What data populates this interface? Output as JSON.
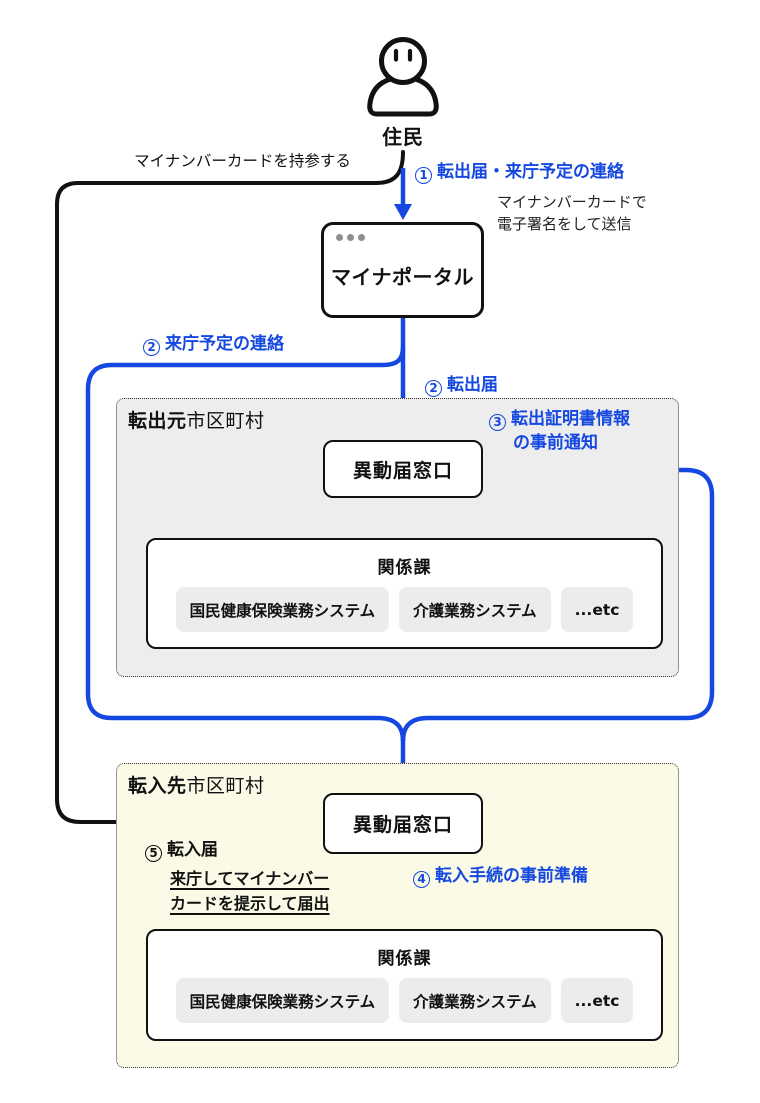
{
  "diagram": {
    "actor": {
      "label": "住民"
    },
    "portal": {
      "label": "マイナポータル"
    },
    "annotations": {
      "bring_card": "マイナンバーカードを持参する",
      "esign_note_line1": "マイナンバーカードで",
      "esign_note_line2": "電子署名をして送信",
      "visit_note_line1": "来庁してマイナンバー",
      "visit_note_line2": "カードを提示して届出"
    },
    "steps": {
      "step1": {
        "num": "1",
        "label": "転出届・来庁予定の連絡"
      },
      "step2a": {
        "num": "2",
        "label": "来庁予定の連絡"
      },
      "step2b": {
        "num": "2",
        "label": "転出届"
      },
      "step3": {
        "num": "3",
        "label_line1": "転出証明書情報",
        "label_line2": "の事前通知"
      },
      "step4": {
        "num": "4",
        "label": "転入手続の事前準備"
      },
      "step5": {
        "num": "5",
        "label": "転入届"
      }
    },
    "source_municipality": {
      "title_bold": "転出元",
      "title_rest": "市区町村",
      "window_label": "異動届窓口",
      "related": {
        "title": "関係課",
        "systems": [
          "国民健康保険業務システム",
          "介護業務システム",
          "...etc"
        ]
      }
    },
    "destination_municipality": {
      "title_bold": "転入先",
      "title_rest": "市区町村",
      "window_label": "異動届窓口",
      "related": {
        "title": "関係課",
        "systems": [
          "国民健康保険業務システム",
          "介護業務システム",
          "...etc"
        ]
      }
    },
    "colors": {
      "accent_blue": "#1548e0",
      "line_black": "#111111",
      "source_region_bg": "#ededed",
      "destination_region_bg": "#fafae6",
      "chip_bg": "#ececec"
    }
  }
}
